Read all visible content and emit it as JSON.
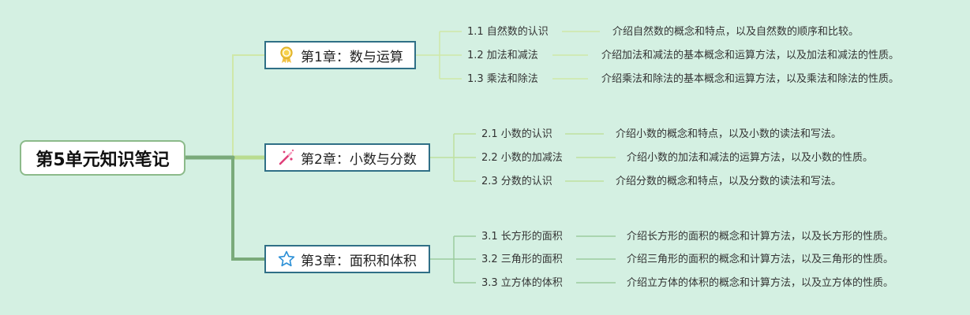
{
  "root": {
    "title": "第5单元知识笔记"
  },
  "colors": {
    "background": "#d4f0e2",
    "root_connector": "#7aaa7a",
    "chapter_border": "#2f6f86",
    "branch_line": "#cbe6a8",
    "sub_line": "#b6dcb4"
  },
  "chapters": [
    {
      "icon": "medal-icon",
      "label": "第1章：数与运算",
      "items": [
        {
          "title": "1.1 自然数的认识",
          "desc": "介绍自然数的概念和特点，以及自然数的顺序和比较。"
        },
        {
          "title": "1.2 加法和减法",
          "desc": "介绍加法和减法的基本概念和运算方法，以及加法和减法的性质。"
        },
        {
          "title": "1.3 乘法和除法",
          "desc": "介绍乘法和除法的基本概念和运算方法，以及乘法和除法的性质。"
        }
      ]
    },
    {
      "icon": "magic-wand-icon",
      "label": "第2章：小数与分数",
      "items": [
        {
          "title": "2.1 小数的认识",
          "desc": "介绍小数的概念和特点，以及小数的读法和写法。"
        },
        {
          "title": "2.2 小数的加减法",
          "desc": "介绍小数的加法和减法的运算方法，以及小数的性质。"
        },
        {
          "title": "2.3 分数的认识",
          "desc": "介绍分数的概念和特点，以及分数的读法和写法。"
        }
      ]
    },
    {
      "icon": "star-icon",
      "label": "第3章：面积和体积",
      "items": [
        {
          "title": "3.1 长方形的面积",
          "desc": "介绍长方形的面积的概念和计算方法，以及长方形的性质。"
        },
        {
          "title": "3.2 三角形的面积",
          "desc": "介绍三角形的面积的概念和计算方法，以及三角形的性质。"
        },
        {
          "title": "3.3 立方体的体积",
          "desc": "介绍立方体的体积的概念和计算方法，以及立方体的性质。"
        }
      ]
    }
  ]
}
